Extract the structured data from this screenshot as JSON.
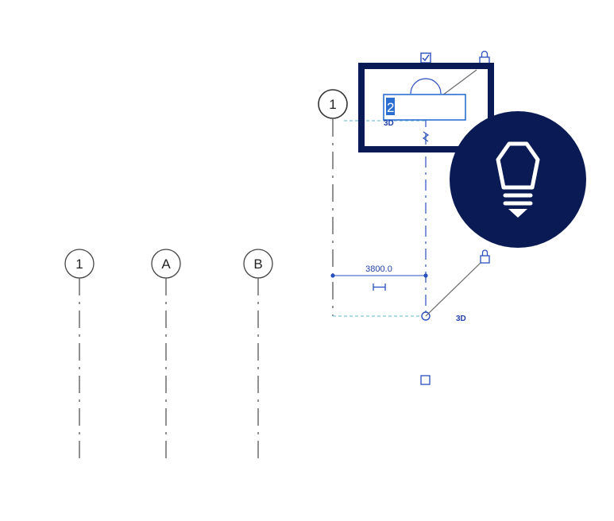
{
  "grids_left": [
    {
      "label": "1"
    },
    {
      "label": "A"
    },
    {
      "label": "B"
    }
  ],
  "grid_selected": {
    "label": "1",
    "tag_3d": "3D",
    "edit_value": "2"
  },
  "dimension": {
    "value": "3800.0"
  },
  "lower_tag_3d": "3D",
  "colors": {
    "selection_blue": "#1f3fa8",
    "navy_frame": "#0a1a55",
    "grid_line": "#555555"
  },
  "icons": {
    "lightbulb": "lightbulb-icon",
    "checkbox": "checkbox-icon",
    "lock": "lock-icon",
    "drag_handle": "drag-handle-icon",
    "flip": "flip-dimension-icon"
  }
}
